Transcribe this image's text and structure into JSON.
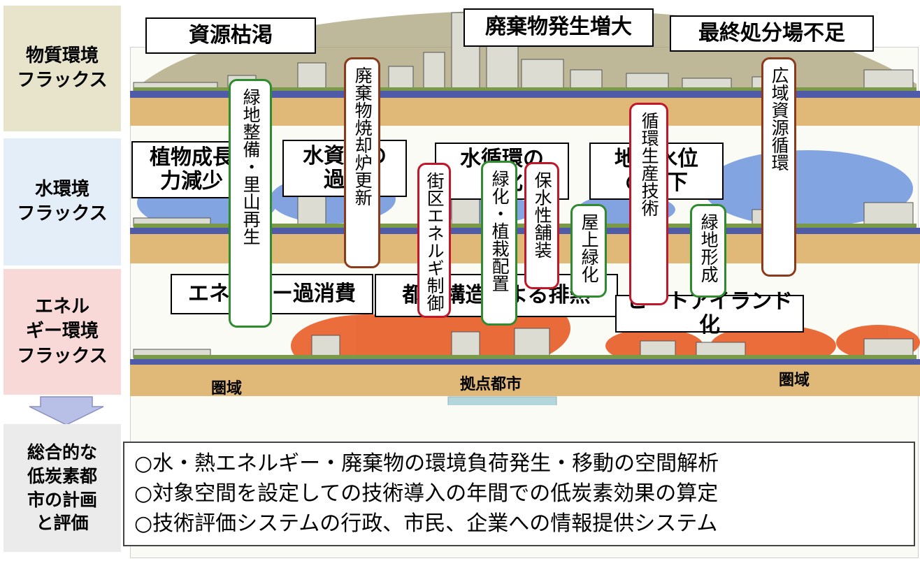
{
  "categories": {
    "material": "物質環境\nフラックス",
    "water": "水環境\nフラックス",
    "energy": "エネル\nギー環境\nフラックス",
    "overall": "総合的な\n低炭素都\n市の計画\nと評価"
  },
  "issues": {
    "material": [
      "資源枯渇",
      "廃棄物発生増大",
      "最終処分場不足"
    ],
    "water": [
      "植物成長\n力減少",
      "水資源の\n過剰",
      "水循環の\n変化",
      "地下水位\nの低下"
    ],
    "energy": [
      "エネルギー過消費",
      "都市構造による排熱",
      "ヒートアイランド化"
    ]
  },
  "measures": [
    "緑地整備・里山再生",
    "廃棄物焼却炉更新",
    "街区エネルギ制御",
    "緑化・植栽配置",
    "保水性舗装",
    "屋上緑化",
    "循環生産技術",
    "緑地形成",
    "広域資源循環"
  ],
  "regions": [
    "圏域",
    "拠点都市",
    "圏域"
  ],
  "summary": [
    "○水・熱エネルギー・廃棄物の環境負荷発生・移動の空間解析",
    "○対象空間を設定しての技術導入の年間での低炭素効果の算定",
    "○技術評価システムの行政、市民、企業への情報提供システム"
  ],
  "colors": {
    "material_bg": "#e8e4cc",
    "water_bg": "#e4eef8",
    "energy_bg": "#f9d8d8",
    "overall_bg": "#ebebeb",
    "green_border": "#2e8b2e",
    "brown_border": "#8b3a1a",
    "red_border": "#c0182a",
    "ground": "#e0b878"
  }
}
